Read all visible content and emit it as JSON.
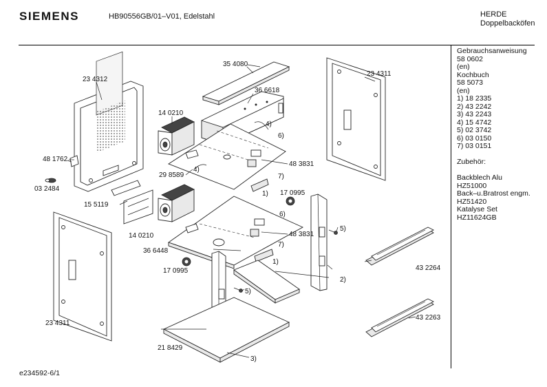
{
  "header": {
    "brand": "SIEMENS",
    "model": "HB90556GB/01–V01, Edelstahl",
    "category_line1": "HERDE",
    "category_line2": "Doppelbacköfen"
  },
  "sidebar": {
    "lines": [
      "Gebrauchsanweisung",
      "58 0602",
      "(en)",
      "Kochbuch",
      "58 5073",
      "(en)",
      "1) 18 2335",
      "2) 43 2242",
      "3) 43 2243",
      "4) 15 4742",
      "5) 02 3742",
      "6) 03 0150",
      "7) 03 0151",
      "",
      "Zubehör:",
      "",
      "Backblech Alu",
      "HZ51000",
      "Back–u.Bratrost engm.",
      "HZ51420",
      "Katalyse Set",
      "HZ11624GB"
    ]
  },
  "parts": {
    "p354080": "35 4080",
    "p234312": "23 4312",
    "p234311_top": "23 4311",
    "p366618": "36 6618",
    "p140210_top": "14 0210",
    "p481762": "48 1762",
    "p032484": "03 2484",
    "p298589": "29 8589",
    "p483831_top": "48 3831",
    "p155119": "15 5119",
    "p170995_right": "17 0995",
    "p140210_bottom": "14 0210",
    "p483831_bottom": "48 3831",
    "p366448": "36 6448",
    "p170995_left": "17 0995",
    "p432264": "43 2264",
    "p432263": "43 2263",
    "p234311_bottom": "23 4311",
    "p218429": "21 8429",
    "c1a": "1)",
    "c1b": "1)",
    "c2": "2)",
    "c3": "3)",
    "c4a": "4)",
    "c4b": "4)",
    "c5a": "5)",
    "c5b": "5)",
    "c6a": "6)",
    "c6b": "6)",
    "c7a": "7)",
    "c7b": "7)"
  },
  "footer": {
    "code": "e234592-6/1"
  }
}
